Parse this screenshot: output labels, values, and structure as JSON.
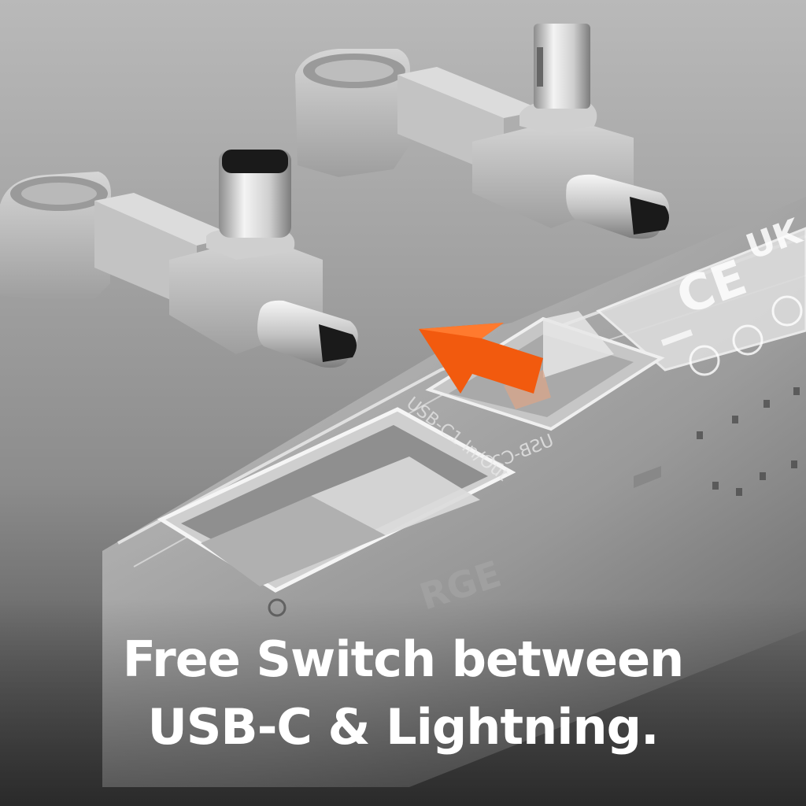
{
  "product": {
    "port_label_1": "USB-C1 In/Out",
    "port_label_2": "USB-C2 Out",
    "cert_marks": [
      "UK",
      "CE"
    ],
    "brand_fragment": "RGE"
  },
  "caption": {
    "line1": "Free Switch between",
    "line2": "USB-C & Lightning."
  },
  "colors": {
    "accent_arrow": "#f25a0e",
    "caption_text": "#ffffff"
  },
  "icons": {
    "adapter_left": "usb-c-adapter-icon",
    "adapter_right": "lightning-adapter-icon",
    "arrow": "orange-arrow-icon"
  }
}
